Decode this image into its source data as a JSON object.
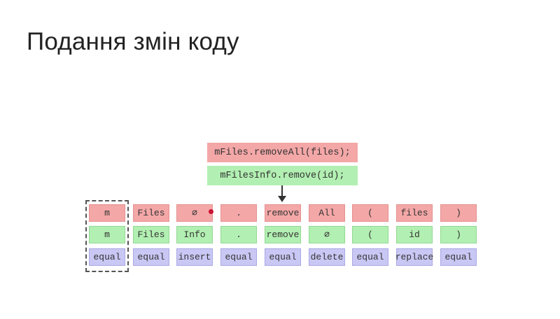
{
  "slide": {
    "title": "Подання змін коду"
  },
  "code": {
    "old_line": "mFiles.removeAll(files);",
    "new_line": "mFilesInfo.remove(id);"
  },
  "colors": {
    "old": "#f4a7a7",
    "old_border": "#e49090",
    "new": "#b2efb2",
    "new_border": "#92d992",
    "op": "#c9c7f4",
    "op_border": "#aaa8e2"
  },
  "tokens": [
    {
      "old": "m",
      "new": "m",
      "op": "equal"
    },
    {
      "old": "Files",
      "new": "Files",
      "op": "equal"
    },
    {
      "old": "∅",
      "new": "Info",
      "op": "insert"
    },
    {
      "old": ".",
      "new": ".",
      "op": "equal"
    },
    {
      "old": "remove",
      "new": "remove",
      "op": "equal"
    },
    {
      "old": "All",
      "new": "∅",
      "op": "delete"
    },
    {
      "old": "(",
      "new": "(",
      "op": "equal"
    },
    {
      "old": "files",
      "new": "id",
      "op": "replace"
    },
    {
      "old": ")",
      "new": ")",
      "op": "equal"
    }
  ]
}
